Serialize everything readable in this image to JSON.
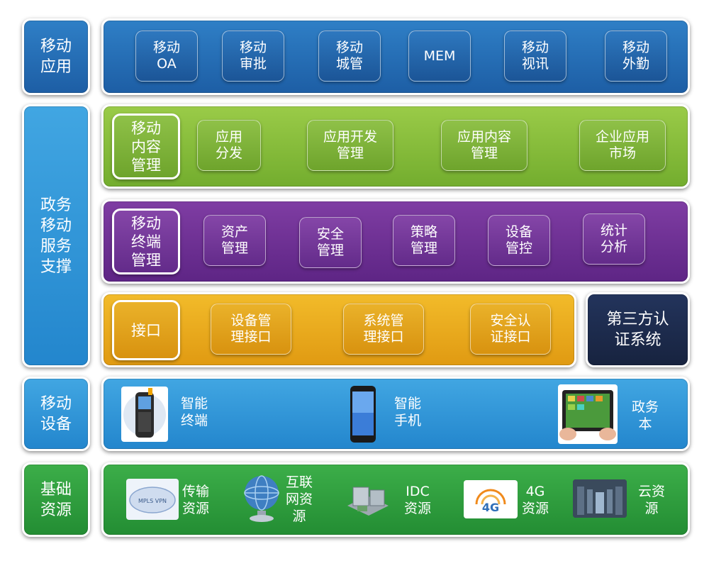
{
  "layers": {
    "mobile_apps": {
      "label": "移动\n应用",
      "items": [
        "移动\nOA",
        "移动\n审批",
        "移动\n城管",
        "MEM",
        "移动\n视讯",
        "移动\n外勤"
      ]
    },
    "service_support": {
      "label": "政务\n移动\n服务\n支撑",
      "content_mgmt": {
        "key": "移动\n内容\n管理",
        "items": [
          "应用\n分发",
          "应用开发\n管理",
          "应用内容\n管理",
          "企业应用\n市场"
        ]
      },
      "terminal_mgmt": {
        "key": "移动\n终端\n管理",
        "items": [
          "资产\n管理",
          "安全\n管理",
          "策略\n管理",
          "设备\n管控",
          "统计\n分析"
        ]
      },
      "interface": {
        "key": "接口",
        "items": [
          "设备管\n理接口",
          "系统管\n理接口",
          "安全认\n证接口"
        ]
      },
      "third_party": "第三方认\n证系统"
    },
    "mobile_devices": {
      "label": "移动\n设备",
      "items": [
        {
          "icon": "handheld-terminal-icon",
          "text": "智能\n终端"
        },
        {
          "icon": "smartphone-icon",
          "text": "智能\n手机"
        },
        {
          "icon": "tablet-icon",
          "text": "政务\n本"
        }
      ]
    },
    "infrastructure": {
      "label": "基础\n资源",
      "items": [
        {
          "icon": "network-cloud-icon",
          "text": "传输\n资源",
          "pic_text": "MPLS VPN"
        },
        {
          "icon": "globe-icon",
          "text": "互联\n网资\n源"
        },
        {
          "icon": "server-rack-icon",
          "text": "IDC\n资源"
        },
        {
          "icon": "4g-logo-icon",
          "text": "4G\n资源",
          "pic_text": "4G"
        },
        {
          "icon": "datacenter-icon",
          "text": "云资\n源"
        }
      ]
    }
  },
  "colors": {
    "blue_dark": "#1d5ea5",
    "blue_light": "#2386cd",
    "green": "#238d33",
    "lime": "#73ad2e",
    "purple": "#5e2585",
    "yellow": "#e09a12",
    "navy": "#17233f"
  }
}
